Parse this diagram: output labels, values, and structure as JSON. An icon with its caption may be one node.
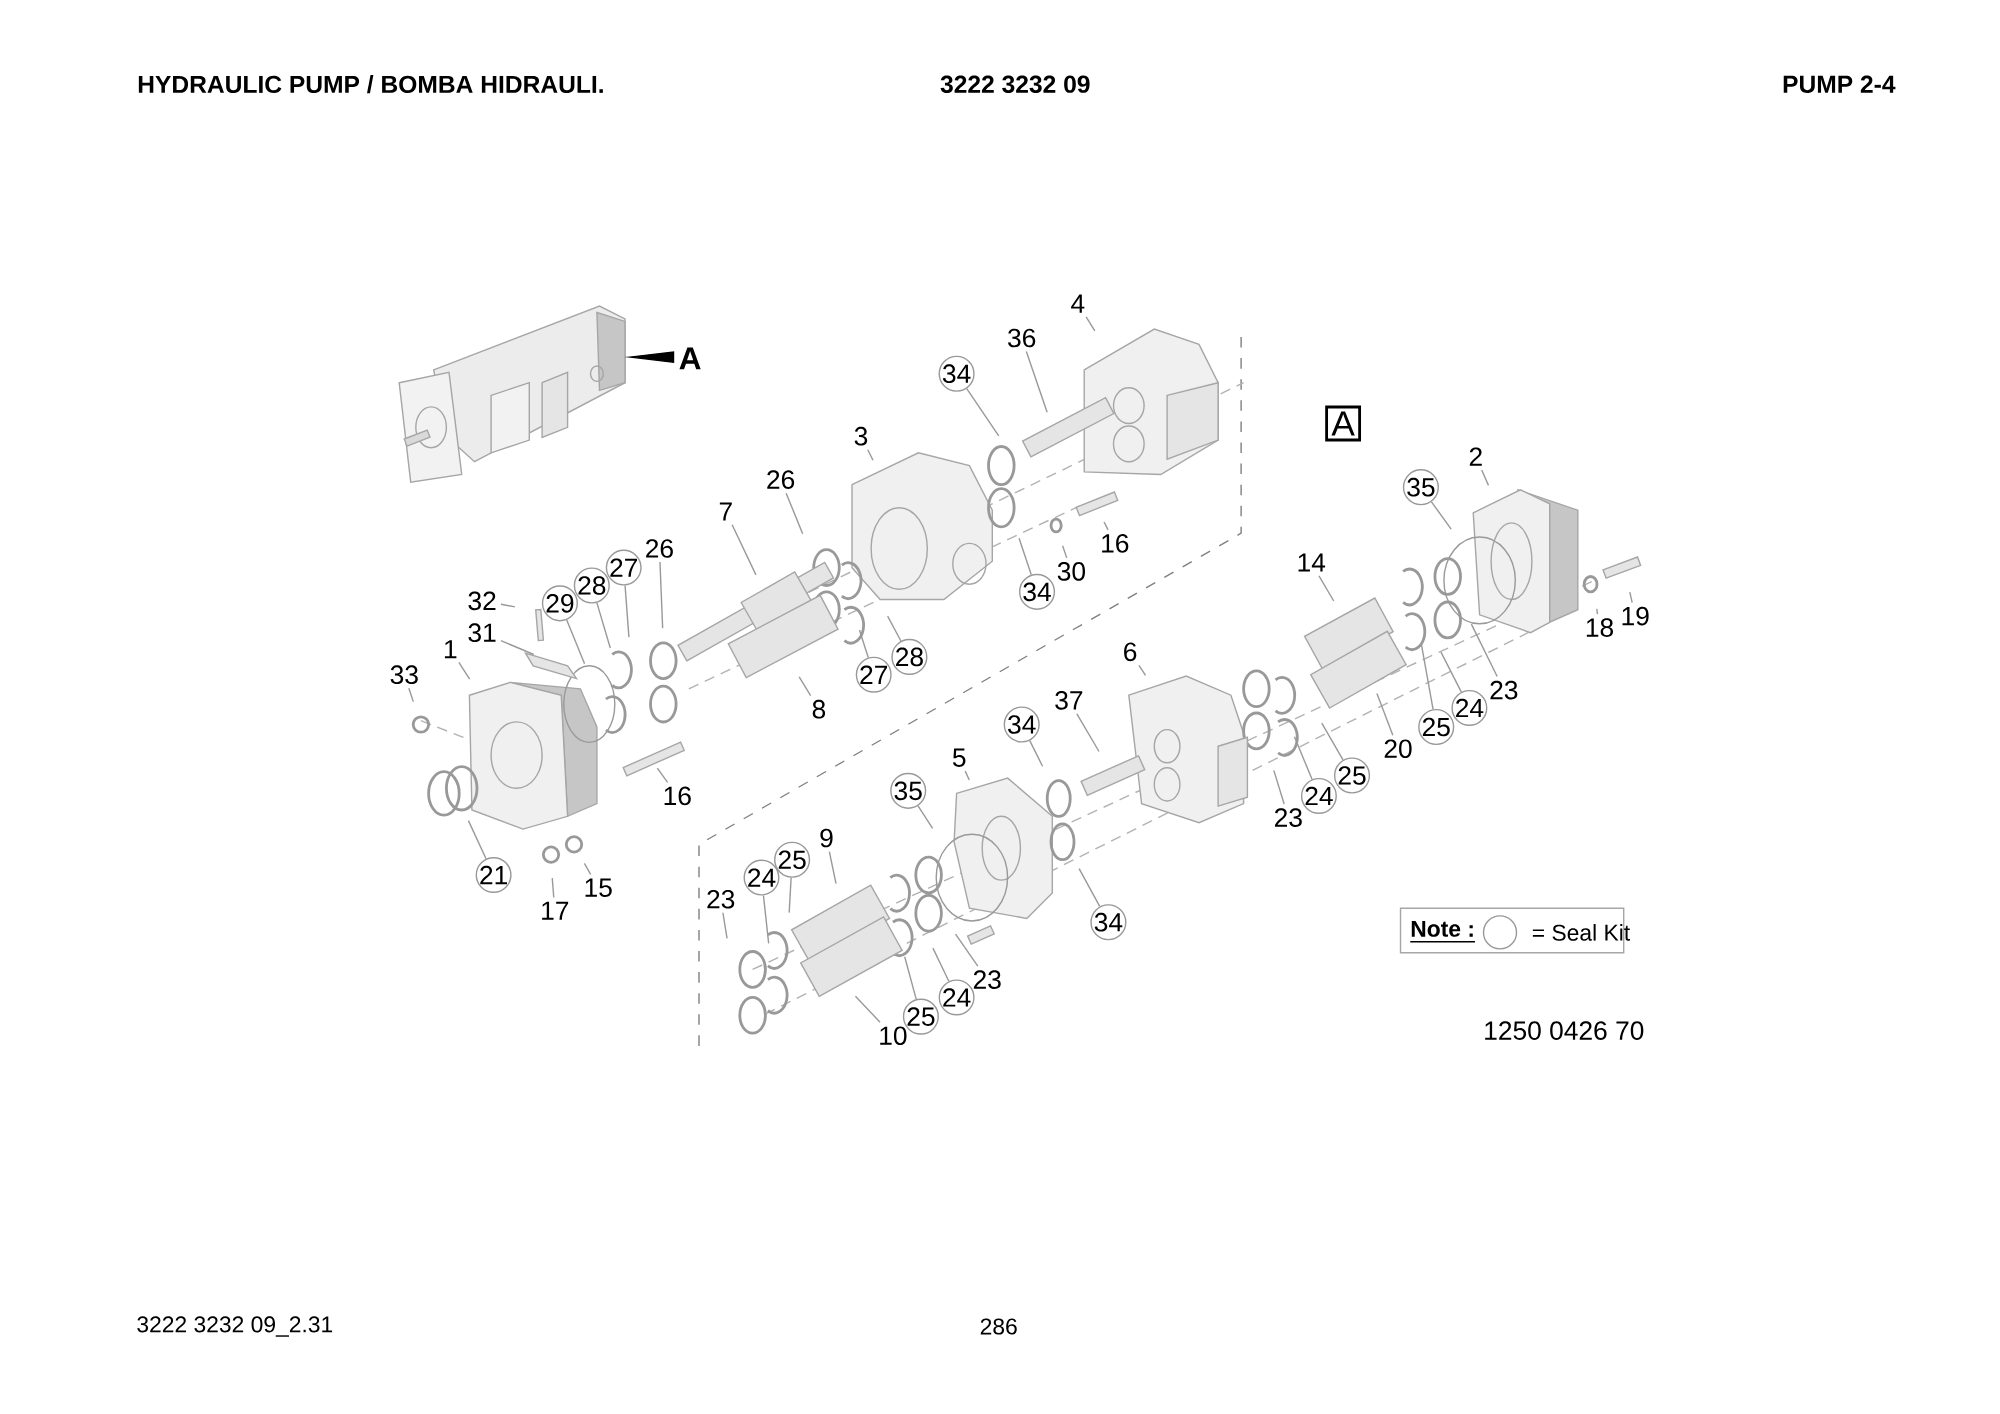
{
  "diagram": {
    "title": "HYDRAULIC PUMP / BOMBA HIDRAULI.",
    "nodes": [
      {
        "text": [
          "4"
        ]
      },
      {
        "text": [
          "36"
        ]
      },
      {
        "text": [
          "34"
        ]
      },
      {
        "text": [
          "3"
        ]
      },
      {
        "text": [
          "A"
        ]
      },
      {
        "text": [
          "26"
        ]
      },
      {
        "text": [
          "7"
        ]
      },
      {
        "text": [
          "2"
        ]
      },
      {
        "text": [
          "35"
        ]
      },
      {
        "text": [
          "14"
        ]
      },
      {
        "text": [
          "16"
        ]
      },
      {
        "text": [
          "30"
        ]
      },
      {
        "text": [
          "34"
        ]
      },
      {
        "text": [
          "26"
        ]
      },
      {
        "text": [
          "27"
        ]
      },
      {
        "text": [
          "28"
        ]
      },
      {
        "text": [
          "29"
        ]
      },
      {
        "text": [
          "32"
        ]
      },
      {
        "text": [
          "31"
        ]
      },
      {
        "text": [
          "1"
        ]
      },
      {
        "text": [
          "33"
        ]
      },
      {
        "text": [
          "28"
        ]
      },
      {
        "text": [
          "27"
        ]
      },
      {
        "text": [
          "8"
        ]
      },
      {
        "text": [
          "19"
        ]
      },
      {
        "text": [
          "18"
        ]
      },
      {
        "text": [
          "23"
        ]
      },
      {
        "text": [
          "24"
        ]
      },
      {
        "text": [
          "25"
        ]
      },
      {
        "text": [
          "6"
        ]
      },
      {
        "text": [
          "20"
        ]
      },
      {
        "text": [
          "37"
        ]
      },
      {
        "text": [
          "34"
        ]
      },
      {
        "text": [
          "25"
        ]
      },
      {
        "text": [
          "24"
        ]
      },
      {
        "text": [
          "23"
        ]
      },
      {
        "text": [
          "5"
        ]
      },
      {
        "text": [
          "35"
        ]
      },
      {
        "text": [
          "16"
        ]
      },
      {
        "text": [
          "21"
        ]
      },
      {
        "text": [
          "9"
        ]
      },
      {
        "text": [
          "25"
        ]
      },
      {
        "text": [
          "24"
        ]
      },
      {
        "text": [
          "23"
        ]
      },
      {
        "text": [
          "15"
        ]
      },
      {
        "text": [
          "17"
        ]
      },
      {
        "text": [
          "34"
        ]
      },
      {
        "text": [
          "23"
        ]
      },
      {
        "text": [
          "24"
        ]
      },
      {
        "text": [
          "25"
        ]
      },
      {
        "text": [
          "10"
        ]
      }
    ],
    "edges": [
      {
        "from": 0,
        "to": null,
        "arrow": "none"
      },
      {
        "from": 1,
        "to": null,
        "arrow": "none"
      },
      {
        "from": 2,
        "to": null,
        "arrow": "none"
      },
      {
        "from": 3,
        "to": null,
        "arrow": "none"
      },
      {
        "from": 5,
        "to": null,
        "arrow": "none"
      },
      {
        "from": 6,
        "to": null,
        "arrow": "none"
      },
      {
        "from": 7,
        "to": null,
        "arrow": "none"
      },
      {
        "from": 8,
        "to": null,
        "arrow": "none"
      },
      {
        "from": 9,
        "to": null,
        "arrow": "none"
      },
      {
        "from": 10,
        "to": null,
        "arrow": "none"
      },
      {
        "from": 11,
        "to": null,
        "arrow": "none"
      },
      {
        "from": 12,
        "to": null,
        "arrow": "none"
      },
      {
        "from": 13,
        "to": null,
        "arrow": "none"
      },
      {
        "from": 14,
        "to": null,
        "arrow": "none"
      },
      {
        "from": 15,
        "to": null,
        "arrow": "none"
      },
      {
        "from": 16,
        "to": null,
        "arrow": "none"
      },
      {
        "from": 17,
        "to": null,
        "arrow": "none"
      },
      {
        "from": 18,
        "to": null,
        "arrow": "none"
      },
      {
        "from": 19,
        "to": null,
        "arrow": "none"
      },
      {
        "from": 20,
        "to": null,
        "arrow": "none"
      },
      {
        "from": 21,
        "to": null,
        "arrow": "none"
      },
      {
        "from": 22,
        "to": null,
        "arrow": "none"
      },
      {
        "from": 23,
        "to": null,
        "arrow": "none"
      },
      {
        "from": 24,
        "to": null,
        "arrow": "none"
      },
      {
        "from": 25,
        "to": null,
        "arrow": "none"
      },
      {
        "from": 26,
        "to": null,
        "arrow": "none"
      },
      {
        "from": 27,
        "to": null,
        "arrow": "none"
      },
      {
        "from": 28,
        "to": null,
        "arrow": "none"
      },
      {
        "from": 29,
        "to": null,
        "arrow": "none"
      },
      {
        "from": 30,
        "to": null,
        "arrow": "none"
      },
      {
        "from": 31,
        "to": null,
        "arrow": "none"
      },
      {
        "from": 32,
        "to": null,
        "arrow": "none"
      },
      {
        "from": 33,
        "to": null,
        "arrow": "none"
      },
      {
        "from": 34,
        "to": null,
        "arrow": "none"
      },
      {
        "from": 35,
        "to": null,
        "arrow": "none"
      },
      {
        "from": 36,
        "to": null,
        "arrow": "none"
      },
      {
        "from": 37,
        "to": null,
        "arrow": "none"
      },
      {
        "from": 38,
        "to": null,
        "arrow": "none"
      },
      {
        "from": 39,
        "to": null,
        "arrow": "none"
      },
      {
        "from": 40,
        "to": null,
        "arrow": "none"
      },
      {
        "from": 41,
        "to": null,
        "arrow": "none"
      },
      {
        "from": 42,
        "to": null,
        "arrow": "none"
      },
      {
        "from": 43,
        "to": null,
        "arrow": "none"
      },
      {
        "from": 44,
        "to": null,
        "arrow": "none"
      },
      {
        "from": 45,
        "to": null,
        "arrow": "none"
      },
      {
        "from": 46,
        "to": null,
        "arrow": "none"
      },
      {
        "from": 47,
        "to": null,
        "arrow": "none"
      },
      {
        "from": 48,
        "to": null,
        "arrow": "none"
      },
      {
        "from": 49,
        "to": null,
        "arrow": "none"
      },
      {
        "from": 50,
        "to": null,
        "arrow": "none"
      }
    ],
    "labels": [
      "3222 3232 09",
      "PUMP 2-4",
      "A",
      "Note :",
      "1250 0426 70",
      "3222 3232 09_2.31",
      "286"
    ],
    "legend": [
      {
        "text": "= Seal Kit"
      }
    ]
  }
}
